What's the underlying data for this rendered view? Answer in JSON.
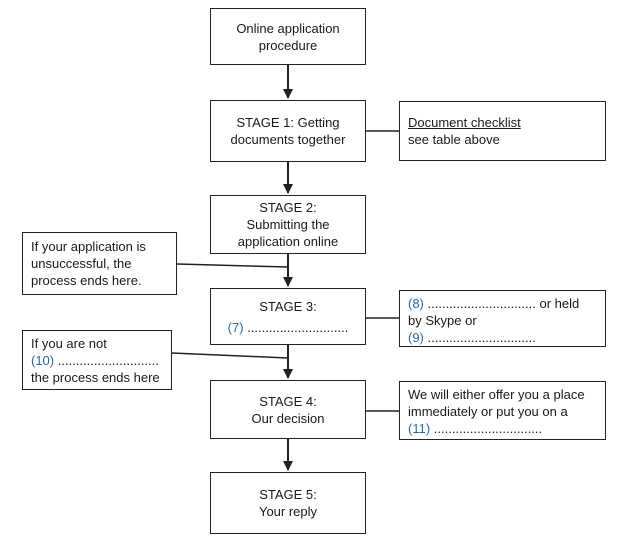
{
  "stages": {
    "start": {
      "line1": "Online application",
      "line2": "procedure"
    },
    "stage1": {
      "line1": "STAGE 1: Getting",
      "line2": "documents together"
    },
    "stage2": {
      "line1": "STAGE 2:",
      "line2": "Submitting the",
      "line3": "application online"
    },
    "stage3": {
      "line1": "STAGE 3:",
      "num": "(7)",
      "dots": "............................"
    },
    "stage4": {
      "line1": "STAGE 4:",
      "line2": "Our decision"
    },
    "stage5": {
      "line1": "STAGE 5:",
      "line2": "Your reply"
    }
  },
  "notes": {
    "checklist": {
      "title": "Document checklist",
      "text": "see table above"
    },
    "unsuccessful": {
      "line1": "If your application is",
      "line2": "unsuccessful, the",
      "line3": "process ends here."
    },
    "interview": {
      "num1": "(8)",
      "dots1": "..............................",
      "tail1": "or held",
      "line2": "by Skype or",
      "num2": "(9)",
      "dots2": ".............................."
    },
    "not": {
      "line1": "If you are not",
      "num": "(10)",
      "dots": "............................",
      "line3": "the process ends here"
    },
    "decision": {
      "line1": "We will either offer you a place",
      "line2": "immediately or put you on a",
      "num": "(11)",
      "dots": ".............................."
    }
  },
  "colors": {
    "stroke": "#222222",
    "blank_number": "#2d6a9f"
  }
}
